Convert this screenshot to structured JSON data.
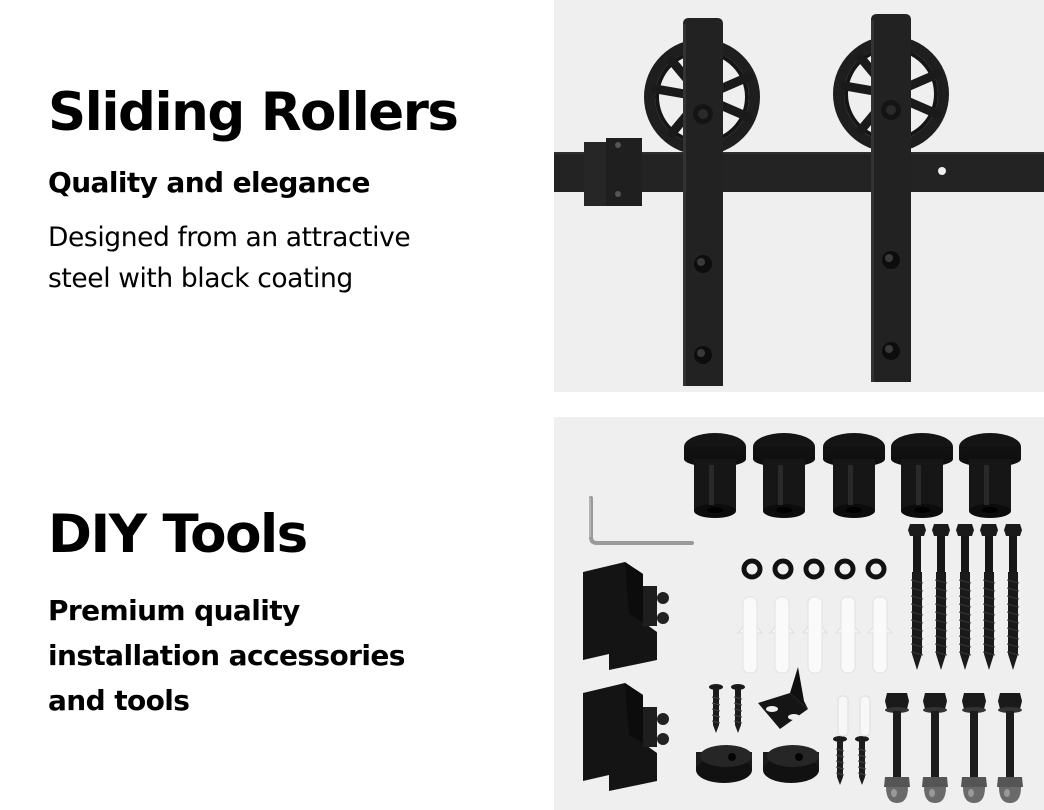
{
  "features": [
    {
      "title": "Sliding Rollers",
      "subtitle": "Quality and elegance",
      "description_lines": [
        "Designed from an attractive",
        "steel with black coating"
      ],
      "image": {
        "subject": "barn door sliding rollers on black steel track",
        "icon": "roller-hardware-icon",
        "background": "#efefef",
        "metal_color": "#1c1c1c"
      }
    },
    {
      "title": "DIY Tools",
      "subtitle_lines": [
        "Premium quality",
        "installation accessories",
        "and tools"
      ],
      "image": {
        "subject": "installation accessory kit",
        "icon": "accessory-kit-icon",
        "background": "#efefef",
        "parts": [
          {
            "name": "spacers",
            "count": 5
          },
          {
            "name": "hex key",
            "count": 1
          },
          {
            "name": "rubber washers",
            "count": 5
          },
          {
            "name": "wall anchors",
            "count": 5
          },
          {
            "name": "lag screws",
            "count": 5
          },
          {
            "name": "end stop brackets",
            "count": 2
          },
          {
            "name": "wood screws",
            "count": 4
          },
          {
            "name": "floor guide",
            "count": 1
          },
          {
            "name": "small anchors",
            "count": 2
          },
          {
            "name": "bumpers",
            "count": 2
          },
          {
            "name": "hanger bolts with cap nuts",
            "count": 4
          }
        ]
      }
    }
  ]
}
